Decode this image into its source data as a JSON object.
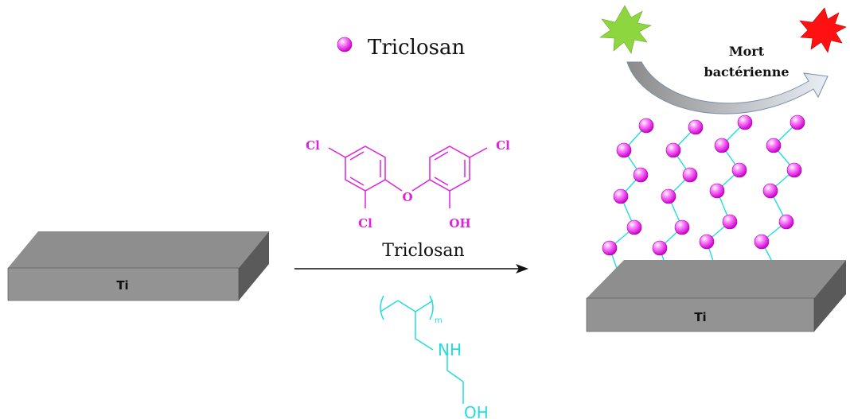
{
  "legend": {
    "label": "Triclosan",
    "ball_color": "#ee33ee"
  },
  "slab_left": {
    "label": "Ti"
  },
  "slab_right": {
    "label": "Ti"
  },
  "reagents": {
    "triclosan": {
      "atoms": {
        "cl_top_left": "Cl",
        "cl_bottom": "Cl",
        "oxygen": "O",
        "hydroxyl": "OH",
        "cl_top_right": "Cl"
      },
      "color": "#dd22dd"
    },
    "arrow_label": "Triclosan",
    "polymer": {
      "subscript": "m",
      "amine": "NH",
      "hydroxyl": "OH",
      "color": "#22dddd"
    }
  },
  "kill": {
    "line1": "Mort",
    "line2": "bactérienne",
    "live_color": "#8ed63f",
    "dead_color": "#ff1111"
  },
  "colors": {
    "slab_top": "#8e8e8e",
    "slab_front": "#939393",
    "slab_side": "#5a5a5a",
    "chain": "#22dddd"
  }
}
